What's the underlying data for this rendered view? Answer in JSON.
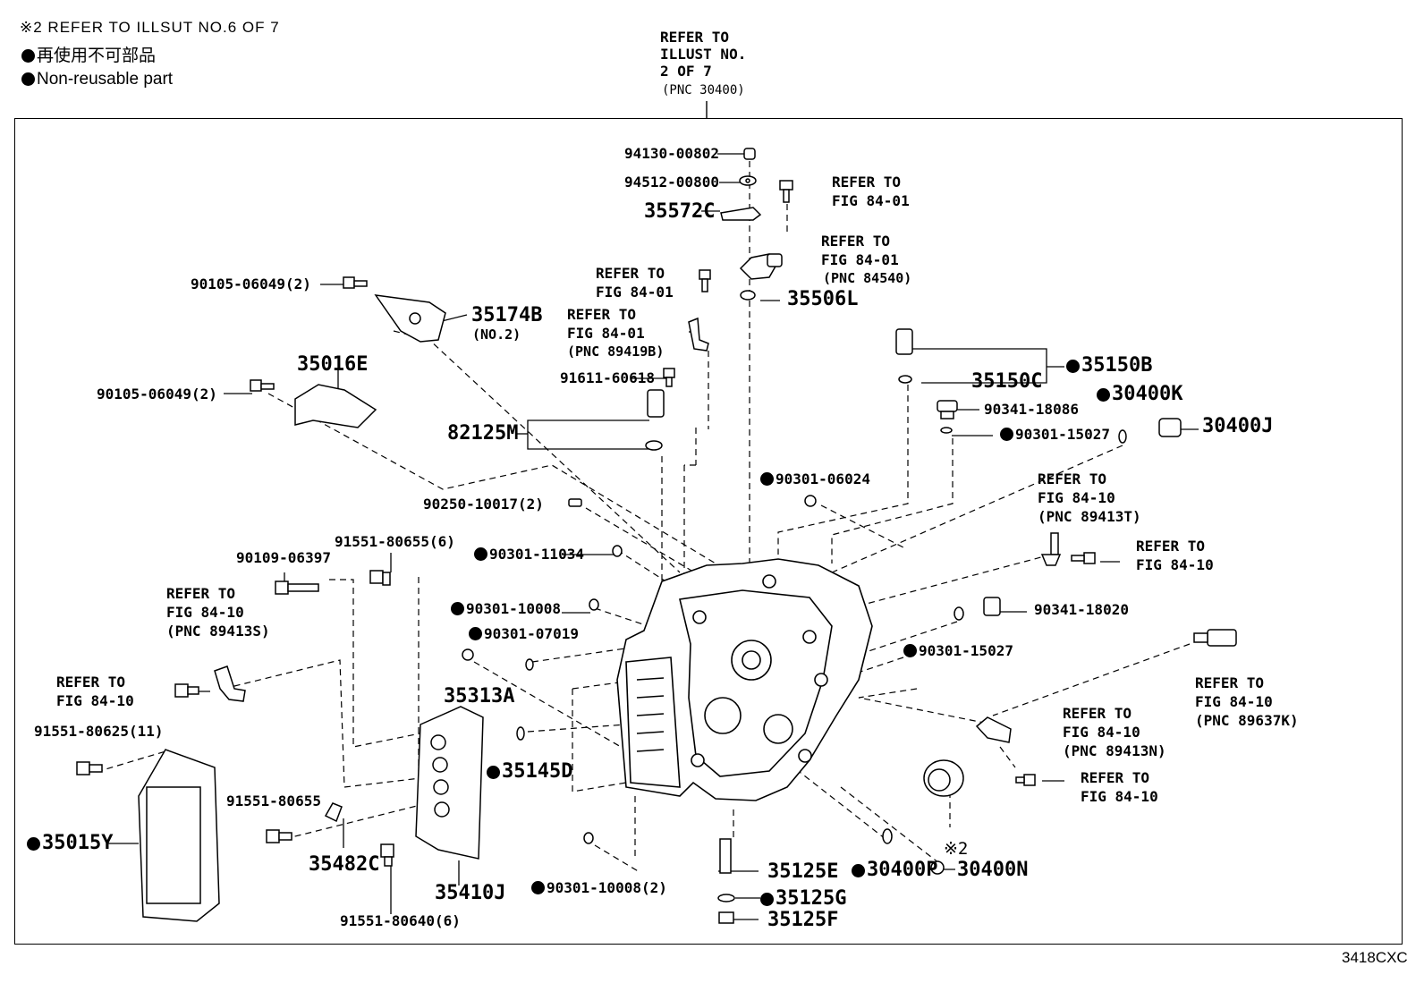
{
  "notes": {
    "ref_note": "※2 REFER TO ILLSUT NO.6 OF 7",
    "nonreuse_jp": "再使用不可部品",
    "nonreuse_en": "Non-reusable part"
  },
  "top_ref": {
    "line1": "REFER TO",
    "line2": "ILLUST NO.",
    "line3": "2 OF 7",
    "line4": "(PNC 30400)"
  },
  "refer_to": "REFER TO",
  "fig_84_01": "FIG 84-01",
  "fig_84_10": "FIG 84-10",
  "pnc": {
    "p84540": "(PNC 84540)",
    "p89419B": "(PNC 89419B)",
    "p89413T": "(PNC 89413T)",
    "p89413S": "(PNC 89413S)",
    "p89637K": "(PNC 89637K)",
    "p89413N": "(PNC 89413N)"
  },
  "parts": {
    "p94130": "94130-00802",
    "p94512": "94512-00800",
    "p35572C": "35572C",
    "p90105a": "90105-06049(2)",
    "p35174B": "35174B",
    "p35174B_sub": "(NO.2)",
    "p35506L": "35506L",
    "p35016E": "35016E",
    "p90105b": "90105-06049(2)",
    "p91611": "91611-60618",
    "p35150C": "35150C",
    "p35150B": "35150B",
    "p82125M": "82125M",
    "p90341_18086": "90341-18086",
    "p30400K": "30400K",
    "p90301_15027a": "90301-15027",
    "p30400J": "30400J",
    "p90301_06024": "90301-06024",
    "p90250": "90250-10017(2)",
    "p91551_80655_6": "91551-80655(6)",
    "p90301_11034": "90301-11034",
    "p90109": "90109-06397",
    "p90301_10008": "90301-10008",
    "p90341_18020": "90341-18020",
    "p90301_07019": "90301-07019",
    "p90301_15027b": "90301-15027",
    "p35313A": "35313A",
    "p91551_80625": "91551-80625(11)",
    "p35145D": "35145D",
    "p91551_80655": "91551-80655",
    "p35015Y": "35015Y",
    "p35482C": "35482C",
    "p35410J": "35410J",
    "p91551_80640": "91551-80640(6)",
    "p90301_10008_2": "90301-10008(2)",
    "p35125E": "35125E",
    "p35125G": "35125G",
    "p35125F": "35125F",
    "p30400P": "30400P",
    "p30400N": "30400N",
    "note2": "※2"
  },
  "code": "3418CXC"
}
